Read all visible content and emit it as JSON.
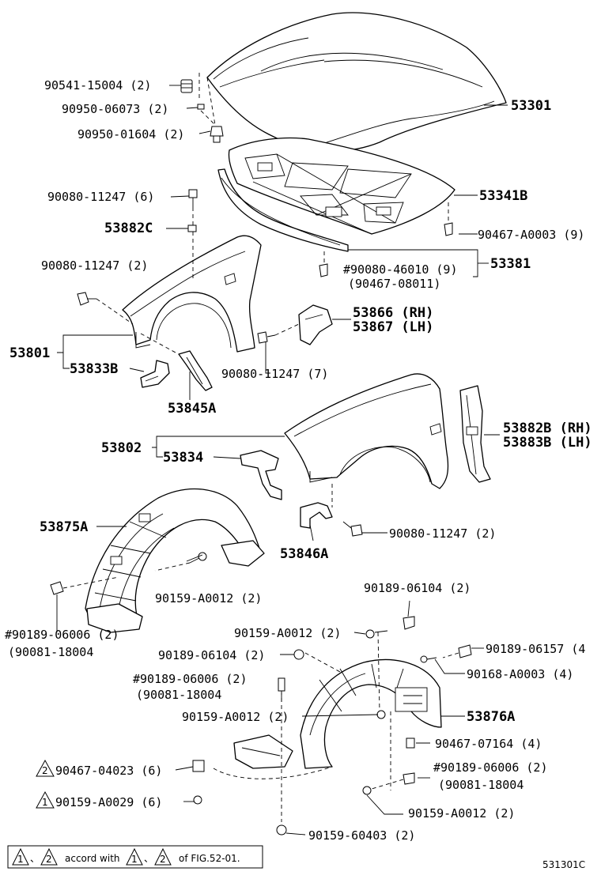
{
  "parts": {
    "p53301": "53301",
    "p53341b": "53341B",
    "p53381": "53381",
    "p53882c": "53882C",
    "p53801": "53801",
    "p53833b": "53833B",
    "p53845a": "53845A",
    "p53866": "53866 (RH)",
    "p53867": "53867 (LH)",
    "p53802": "53802",
    "p53834": "53834",
    "p53882b": "53882B (RH)",
    "p53883b": "53883B (LH)",
    "p53846a": "53846A",
    "p53875a": "53875A",
    "p53876a": "53876A"
  },
  "fasteners": {
    "f1": "90541-15004 (2)",
    "f2": "90950-06073 (2)",
    "f3": "90950-01604 (2)",
    "f4": "90080-11247 (6)",
    "f5": "90080-11247 (2)",
    "f6": "90467-A0003 (9)",
    "f7a": "#90080-46010 (9)",
    "f7b": "(90467-08011)",
    "f8": "90080-11247 (7)",
    "f9": "90080-11247 (2)",
    "f10": "90159-A0012 (2)",
    "f11a": "#90189-06006 (2)",
    "f11b": "(90081-18004",
    "f12": "90189-06104 (2)",
    "f13": "90159-A0012 (2)",
    "f14": "90189-06104 (2)",
    "f15": "90189-06157 (4",
    "f16": "90168-A0003 (4)",
    "f17a": "#90189-06006 (2)",
    "f17b": "(90081-18004",
    "f18": "90159-A0012 (2)",
    "f19": "90467-07164 (4)",
    "f20a": "#90189-06006 (2)",
    "f20b": "(90081-18004",
    "f21": "90467-04023 (6)",
    "f22": "90159-A0012 (2)",
    "f23": "90159-A0029 (6)",
    "f24": "90159-60403 (2)"
  },
  "notes": {
    "tri1": "1",
    "tri2": "2",
    "sep": "、",
    "accord": "accord with",
    "of_fig": "of FIG.52-01.",
    "fig_code": "531301C"
  }
}
